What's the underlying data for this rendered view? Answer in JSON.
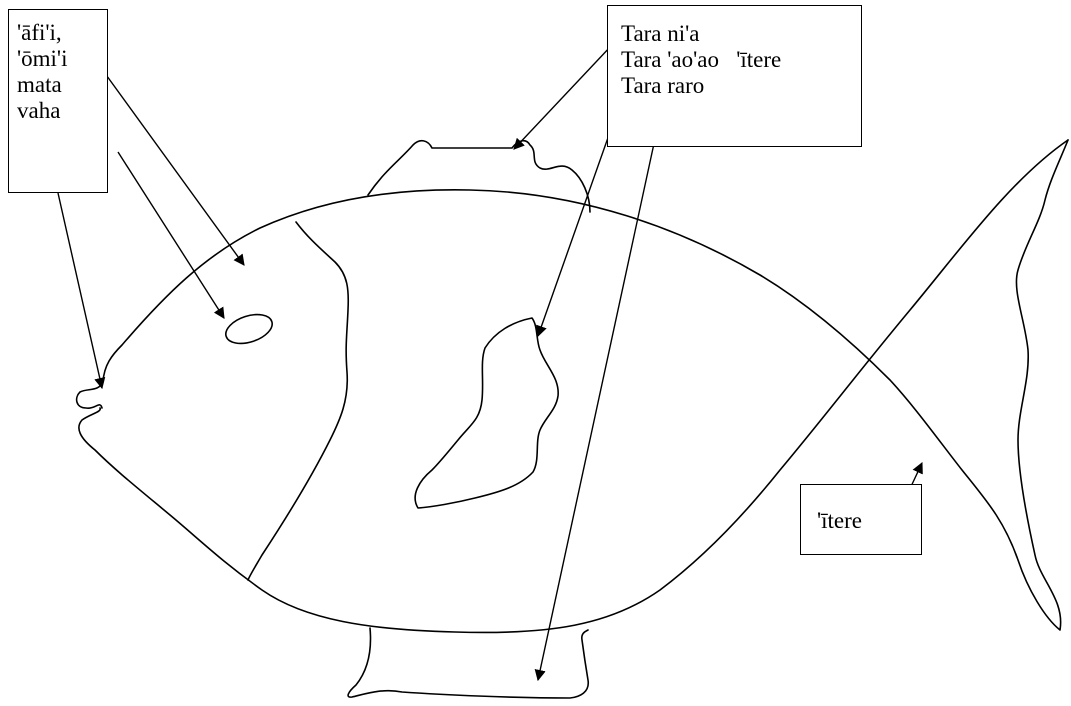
{
  "colors": {
    "stroke": "#000000",
    "background": "#ffffff"
  },
  "labels": {
    "head": [
      "'āfi'i,",
      "'ōmi'i",
      "mata",
      "vaha"
    ],
    "body": [
      "Tara ni'a",
      "Tara 'ao'ao   'ītere",
      "Tara raro"
    ],
    "tail": [
      "'ītere"
    ]
  }
}
